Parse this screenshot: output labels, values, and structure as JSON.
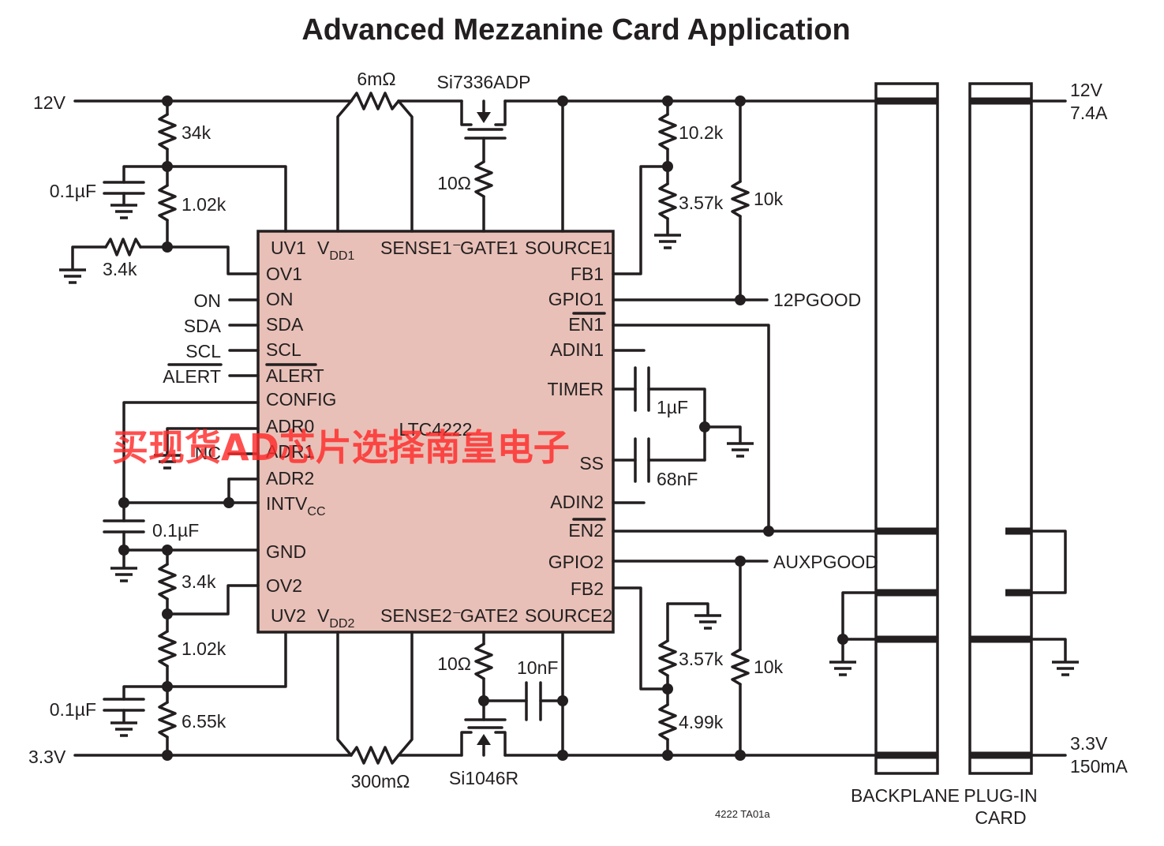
{
  "title": "Advanced Mezzanine Card Application",
  "ic": {
    "name": "LTC4222",
    "pins_top": [
      "UV1",
      "SENSE1⁻",
      "GATE1",
      "SOURCE1"
    ],
    "vdd1": {
      "main": "V",
      "sub": "DD1"
    },
    "pins_left": [
      "OV1",
      "ON",
      "SDA",
      "SCL",
      "ALERT",
      "CONFIG",
      "ADR0",
      "ADR1",
      "ADR2",
      "GND",
      "OV2"
    ],
    "intvcc": {
      "main": "INTV",
      "sub": "CC"
    },
    "pins_right": [
      "FB1",
      "GPIO1",
      "EN1",
      "ADIN1",
      "TIMER",
      "SS",
      "ADIN2",
      "EN2",
      "GPIO2",
      "FB2"
    ],
    "pins_bottom": [
      "UV2",
      "SENSE2⁻",
      "GATE2",
      "SOURCE2"
    ],
    "vdd2": {
      "main": "V",
      "sub": "DD2"
    }
  },
  "supplies": {
    "v12": "12V",
    "v33": "3.3V"
  },
  "signals": {
    "on": "ON",
    "sda": "SDA",
    "scl": "SCL",
    "alert": "ALERT",
    "nc": "NC",
    "pgood12": "12PGOOD",
    "auxpgood": "AUXPGOOD"
  },
  "components": {
    "r_sense1": "6mΩ",
    "mosfet1": "Si7336ADP",
    "r_gate1": "10Ω",
    "r_34k": "34k",
    "c_uv1": "0.1µF",
    "r_102k_top": "1.02k",
    "r_34k_ov1": "3.4k",
    "r_102k_fb1": "10.2k",
    "r_357k_fb1": "3.57k",
    "r_10k_pg1": "10k",
    "c_timer": "1µF",
    "c_ss": "68nF",
    "c_intvcc": "0.1µF",
    "r_34k_ov2": "3.4k",
    "r_102k_bot": "1.02k",
    "c_uv2": "0.1µF",
    "r_655k": "6.55k",
    "r_gate2": "10Ω",
    "c_gate2": "10nF",
    "mosfet2": "Si1046R",
    "r_sense2": "300mΩ",
    "r_357k_fb2": "3.57k",
    "r_499k_fb2": "4.99k",
    "r_10k_pg2": "10k"
  },
  "connectors": {
    "backplane": "BACKPLANE",
    "plugin_line1": "PLUG-IN",
    "plugin_line2": "CARD"
  },
  "outputs": {
    "out12v": "12V",
    "out12a": "7.4A",
    "out33v": "3.3V",
    "out33a": "150mA"
  },
  "figure_id": "4222 TA01a",
  "watermark": "买现货AD芯片选择南皇电子",
  "colors": {
    "ic_fill": "#e8c0b7",
    "line": "#231f20",
    "watermark": "#ff2a2a"
  }
}
